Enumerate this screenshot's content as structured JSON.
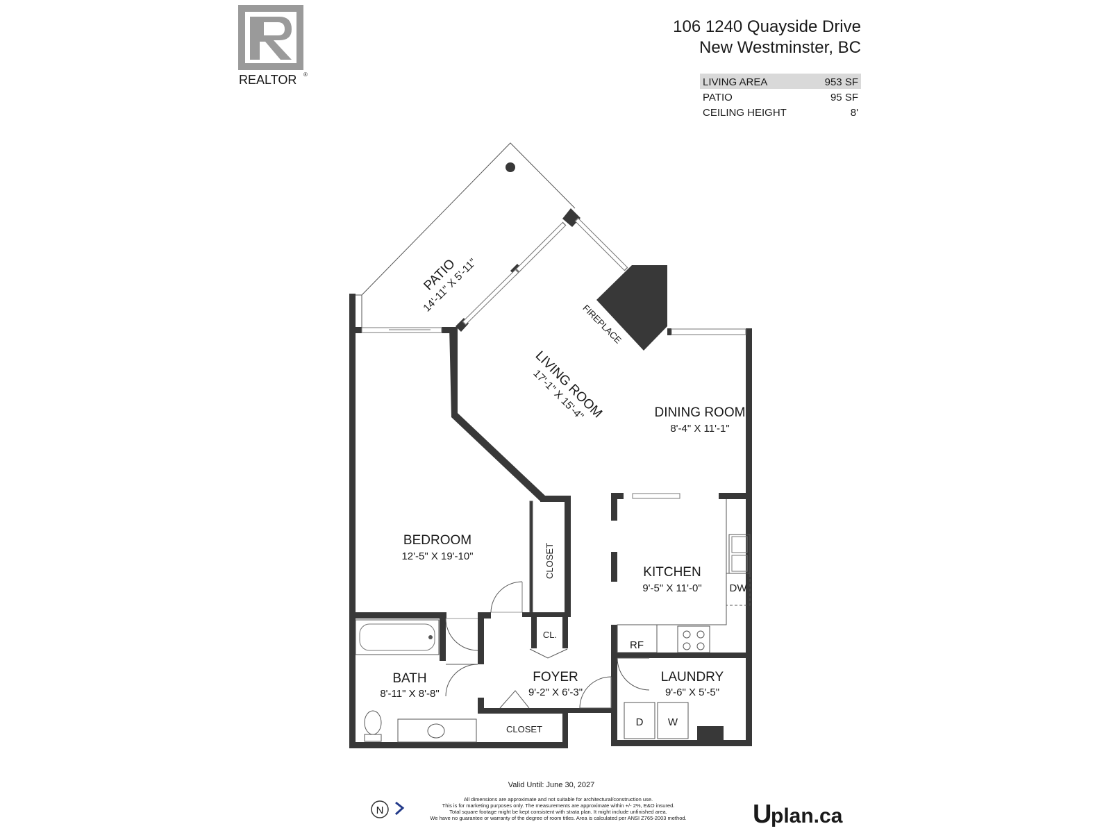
{
  "header": {
    "address_line1": "106 1240 Quayside Drive",
    "address_line2": "New Westminster, BC",
    "stats": [
      {
        "label": "LIVING AREA",
        "value": "953 SF"
      },
      {
        "label": "PATIO",
        "value": "95 SF"
      },
      {
        "label": "CEILING HEIGHT",
        "value": "8'"
      }
    ]
  },
  "logo": {
    "realtor_text": "REALTOR",
    "realtor_mark": "®"
  },
  "rooms": {
    "patio": {
      "name": "PATIO",
      "dims": "14'-11\" X 5'-11\""
    },
    "fireplace": {
      "name": "FIREPLACE"
    },
    "living": {
      "name": "LIVING ROOM",
      "dims": "17'-1\" X 15'-4\""
    },
    "dining": {
      "name": "DINING ROOM",
      "dims": "8'-4\"   X  11'-1\""
    },
    "bedroom": {
      "name": "BEDROOM",
      "dims": "12'-5\"  X 19'-10\""
    },
    "closet_bed": {
      "name": "CLOSET"
    },
    "kitchen": {
      "name": "KITCHEN",
      "dims": "9'-5\"   X  11'-0\""
    },
    "dw": {
      "name": "DW"
    },
    "rf": {
      "name": "RF"
    },
    "cl": {
      "name": "CL."
    },
    "bath": {
      "name": "BATH",
      "dims": "8'-11\"   X   8'-8\""
    },
    "foyer": {
      "name": "FOYER",
      "dims": "9'-2\"   X   6'-3\""
    },
    "laundry": {
      "name": "LAUNDRY",
      "dims": "9'-6\"   X   5'-5\""
    },
    "dryer": {
      "name": "D"
    },
    "washer": {
      "name": "W"
    },
    "closet_foyer": {
      "name": "CLOSET"
    }
  },
  "footer": {
    "valid_until": "Valid Until: June 30, 2027",
    "disclaimer": [
      "All dimensions are approximate and not suitable for architectural/construction use.",
      "This is for marketing purposes only. The measurements are approximate within +/- 2%, E&O insured.",
      "Total square footage might be kept consistent with strata plan. It might include unfinished area.",
      "We have no guarantee or warranty of the degree of room titles. Area is calculated per ANSI Z765-2003 method."
    ],
    "north": "N",
    "brand_u": "U",
    "brand_rest": "plan.ca"
  },
  "colors": {
    "wall": "#383838",
    "brand": "#1e7fc3",
    "logo_gray": "#9a9a9a",
    "highlight": "#d9d9d9"
  }
}
